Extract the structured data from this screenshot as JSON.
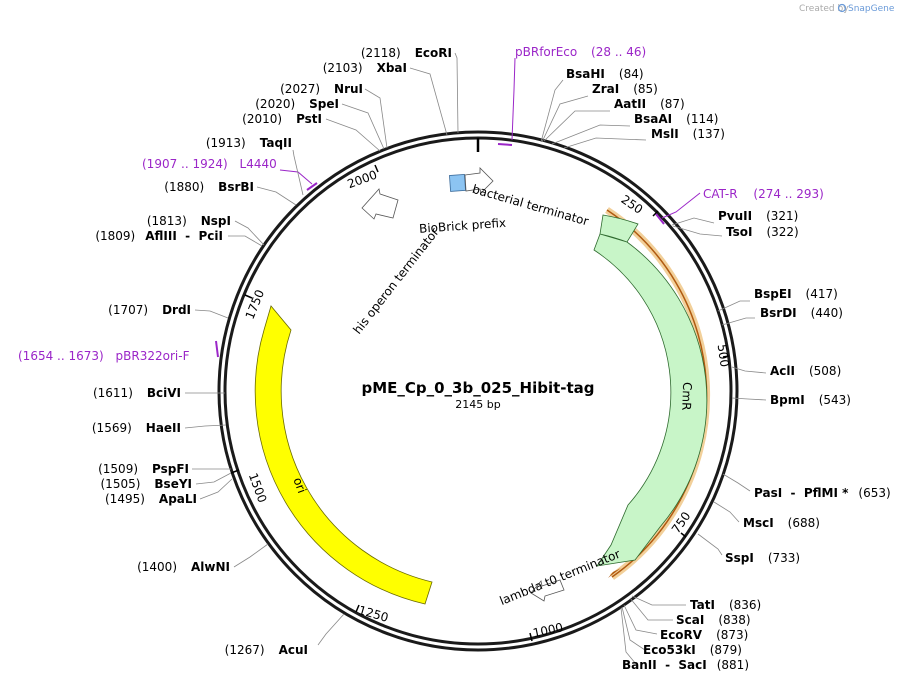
{
  "credit": {
    "prefix": "Created by",
    "brand": "SnapGene"
  },
  "plasmid": {
    "name": "pME_Cp_0_3b_025_Hibit-tag",
    "length": 2145,
    "length_label": "2145 bp"
  },
  "ticks": [
    250,
    500,
    750,
    1000,
    1250,
    1500,
    1750,
    2000
  ],
  "colors": {
    "primer": "#9b26c8",
    "cmr": "#c8f5c8",
    "ori": "#ffff00",
    "cat_r": "#e8a030",
    "biobrick": "#8cc4f2"
  },
  "enzymes": [
    {
      "name": "BsaHI",
      "pos": "(84)"
    },
    {
      "name": "ZraI",
      "pos": "(85)"
    },
    {
      "name": "AatII",
      "pos": "(87)"
    },
    {
      "name": "BsaAI",
      "pos": "(114)"
    },
    {
      "name": "MslI",
      "pos": "(137)"
    },
    {
      "name": "PvuII",
      "pos": "(321)"
    },
    {
      "name": "TsoI",
      "pos": "(322)"
    },
    {
      "name": "BspEI",
      "pos": "(417)"
    },
    {
      "name": "BsrDI",
      "pos": "(440)"
    },
    {
      "name": "AclI",
      "pos": "(508)"
    },
    {
      "name": "BpmI",
      "pos": "(543)"
    },
    {
      "name": "PasI  -  PflMI *",
      "pos": "(653)"
    },
    {
      "name": "MscI",
      "pos": "(688)"
    },
    {
      "name": "SspI",
      "pos": "(733)"
    },
    {
      "name": "TatI",
      "pos": "(836)"
    },
    {
      "name": "ScaI",
      "pos": "(838)"
    },
    {
      "name": "EcoRV",
      "pos": "(873)"
    },
    {
      "name": "Eco53kI",
      "pos": "(879)"
    },
    {
      "name": "BanII  -  SacI",
      "pos": "(881)"
    },
    {
      "name": "AcuI",
      "pos": "(1267)"
    },
    {
      "name": "AlwNI",
      "pos": "(1400)"
    },
    {
      "name": "ApaLI",
      "pos": "(1495)"
    },
    {
      "name": "BseYI",
      "pos": "(1505)"
    },
    {
      "name": "PspFI",
      "pos": "(1509)"
    },
    {
      "name": "HaeII",
      "pos": "(1569)"
    },
    {
      "name": "BciVI",
      "pos": "(1611)"
    },
    {
      "name": "DrdI",
      "pos": "(1707)"
    },
    {
      "name": "AflIII  -  PciI",
      "pos": "(1809)"
    },
    {
      "name": "NspI",
      "pos": "(1813)"
    },
    {
      "name": "BsrBI",
      "pos": "(1880)"
    },
    {
      "name": "TaqII",
      "pos": "(1913)"
    },
    {
      "name": "PstI",
      "pos": "(2010)"
    },
    {
      "name": "SpeI",
      "pos": "(2020)"
    },
    {
      "name": "NruI",
      "pos": "(2027)"
    },
    {
      "name": "XbaI",
      "pos": "(2103)"
    },
    {
      "name": "EcoRI",
      "pos": "(2118)"
    }
  ],
  "primers": [
    {
      "name": "pBRforEco",
      "range": "(28 .. 46)"
    },
    {
      "name": "CAT-R",
      "range": "(274 .. 293)"
    },
    {
      "name": "L4440",
      "range": "(1907 .. 1924)"
    },
    {
      "name": "pBR322ori-F",
      "range": "(1654 .. 1673)"
    }
  ],
  "features": {
    "bacterial_terminator": "bacterial terminator",
    "biobrick_prefix": "BioBrick prefix",
    "his_operon_terminator": "his operon terminator",
    "cmr": "CmR",
    "ori": "ori",
    "lambda_t0_terminator": "lambda t0 terminator"
  }
}
